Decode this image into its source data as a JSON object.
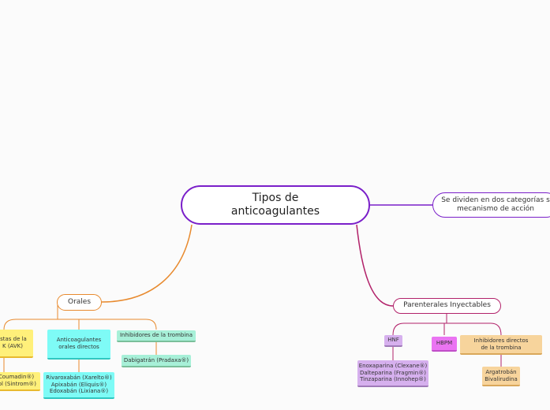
{
  "diagram": {
    "central": "Tipos de\nanticoagulantes",
    "description": "Se dividen en dos categorías s\nmecanismo de acción",
    "orales": {
      "label": "Orales",
      "avk": "istas de la\nK (AVK)",
      "avk_drugs": "Coumadin®)\nrol (Sintrom®)",
      "directos": "Anticoagulantes\norales directos",
      "directos_drugs": "Rivaroxabán (Xarelto®)\nApixabán (Eliquis®)\nEdoxabán (Lixiana®)",
      "inhibidores": "Inhibidores de la trombina",
      "inhibidores_drugs": "Dabigatrán (Pradaxa®)"
    },
    "parenterales": {
      "label": "Parenterales Inyectables",
      "hnf": "HNF",
      "hnf_drugs": "Enoxaparina (Clexane®)\nDalteparina (Fragmin®)\nTinzaparina (Innohep®)",
      "hbpm": "HBPM",
      "inhibidores": "Inhibidores directos\nde la trombina",
      "inhibidores_drugs": "Argatrobán\nBivalirudina"
    }
  },
  "colors": {
    "central_border": "#7a1fc9",
    "orales_branch": "#e88a2e",
    "parenterales_branch": "#b2226a"
  }
}
